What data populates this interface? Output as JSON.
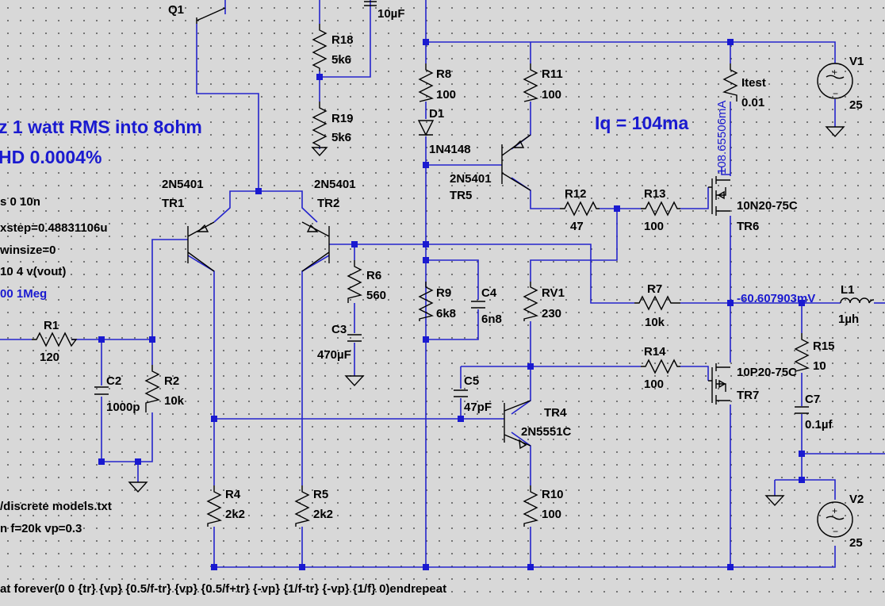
{
  "annotations": {
    "headline1": "z 1 watt RMS into 8ohm",
    "headline2": "HD 0.0004%",
    "iq": "Iq = 104ma",
    "test_current": "108.65506mA",
    "node_voltage": "-60.607903mV",
    "dir1": "s 0 10n",
    "dir2": "xstep=0.48831106u",
    "dir3": "winsize=0",
    "dir4": "10 4 v(vout)",
    "dir5": "00 1Meg",
    "dir6": "/discrete models.txt",
    "dir7": "n f=20k vp=0.3",
    "dir8": "at forever(0 0 {tr} {vp} {0.5/f-tr} {vp} {0.5/f+tr} {-vp} {1/f-tr} {-vp} {1/f} 0)endrepeat"
  },
  "components": {
    "q1": "Q1",
    "r18": {
      "name": "R18",
      "value": "5k6"
    },
    "r19": {
      "name": "R19",
      "value": "5k6"
    },
    "c_top": {
      "value": "10µF"
    },
    "r8": {
      "name": "R8",
      "value": "100"
    },
    "d1": {
      "name": "D1",
      "model": "1N4148"
    },
    "r11": {
      "name": "R11",
      "value": "100"
    },
    "itest": {
      "name": "Itest",
      "value": "0.01"
    },
    "v1": {
      "name": "V1",
      "value": "25"
    },
    "tr1": {
      "name": "TR1",
      "model": "2N5401"
    },
    "tr2": {
      "name": "TR2",
      "model": "2N5401"
    },
    "tr5": {
      "name": "TR5",
      "model": "2N5401"
    },
    "r12": {
      "name": "R12",
      "value": "47"
    },
    "r13": {
      "name": "R13",
      "value": "100"
    },
    "tr6": {
      "name": "TR6",
      "model": "10N20-75C"
    },
    "r6": {
      "name": "R6",
      "value": "560"
    },
    "c3": {
      "name": "C3",
      "value": "470µF"
    },
    "r9": {
      "name": "R9",
      "value": "6k8"
    },
    "c4": {
      "name": "C4",
      "value": "6n8"
    },
    "rv1": {
      "name": "RV1",
      "value": "230"
    },
    "r7": {
      "name": "R7",
      "value": "10k"
    },
    "l1": {
      "name": "L1",
      "value": "1µh"
    },
    "r1": {
      "name": "R1",
      "value": "120"
    },
    "c2": {
      "name": "C2",
      "value": "1000p"
    },
    "r2": {
      "name": "R2",
      "value": "10k"
    },
    "c5": {
      "name": "C5",
      "value": "47pF"
    },
    "r14": {
      "name": "R14",
      "value": "100"
    },
    "tr7": {
      "name": "TR7",
      "model": "10P20-75C"
    },
    "r15": {
      "name": "R15",
      "value": "10"
    },
    "tr4": {
      "name": "TR4",
      "model": "2N5551C"
    },
    "c7": {
      "name": "C7",
      "value": "0.1µf"
    },
    "r4": {
      "name": "R4",
      "value": "2k2"
    },
    "r5": {
      "name": "R5",
      "value": "2k2"
    },
    "r10": {
      "name": "R10",
      "value": "100"
    },
    "v2": {
      "name": "V2",
      "value": "25"
    }
  }
}
